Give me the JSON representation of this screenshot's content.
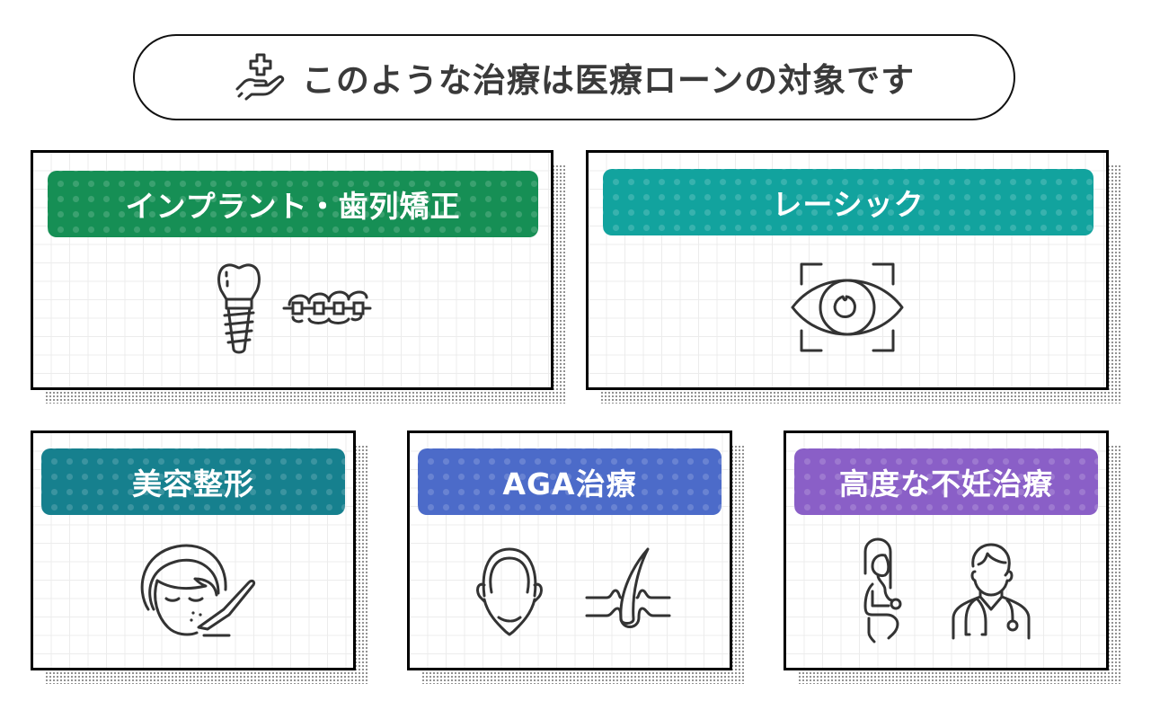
{
  "header": {
    "title": "このような治療は医療ローンの対象です",
    "icon": "hand-medical-cross-icon"
  },
  "colors": {
    "implant": "#168f55",
    "lasik": "#12a39e",
    "cosmetic": "#16808e",
    "aga": "#4c6bc9",
    "fertility": "#8a5fc7",
    "border": "#000000",
    "text_dark": "#3a3a3a"
  },
  "cards": [
    {
      "label": "インプラント・歯列矯正",
      "icons": [
        "dental-implant-icon",
        "dental-braces-icon"
      ]
    },
    {
      "label": "レーシック",
      "icons": [
        "eye-scan-icon"
      ]
    },
    {
      "label": "美容整形",
      "icons": [
        "face-scalpel-icon"
      ]
    },
    {
      "label": "AGA治療",
      "icons": [
        "bald-head-icon",
        "hair-follicle-icon"
      ]
    },
    {
      "label": "高度な不妊治療",
      "icons": [
        "pregnant-woman-icon",
        "doctor-icon"
      ]
    }
  ]
}
